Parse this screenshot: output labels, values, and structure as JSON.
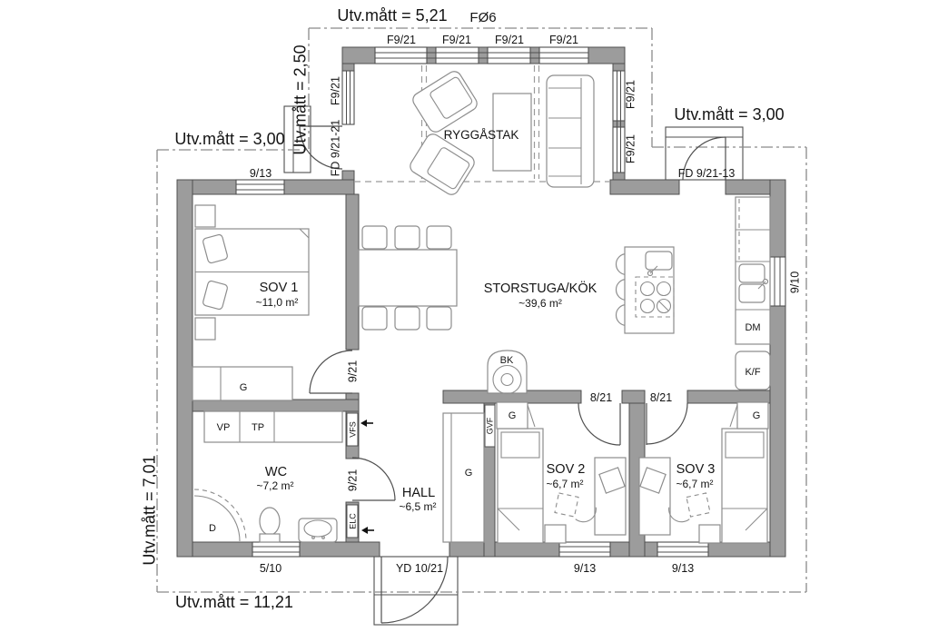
{
  "dims": {
    "top": "Utv.mått = 5,21",
    "roof": "FØ6",
    "ext_side": "Utv.mått = 2,50",
    "left_upper": "Utv.mått = 3,00",
    "right_upper": "Utv.mått = 3,00",
    "left_full": "Utv.mått = 7,01",
    "bottom_full": "Utv.mått = 11,21"
  },
  "rooms": {
    "sov1": {
      "name": "SOV 1",
      "area": "~11,0 m²"
    },
    "ryggastak": {
      "name": "RYGGÅSTAK"
    },
    "storstuga": {
      "name": "STORSTUGA/KÖK",
      "area": "~39,6 m²"
    },
    "wc": {
      "name": "WC",
      "area": "~7,2 m²"
    },
    "hall": {
      "name": "HALL",
      "area": "~6,5 m²"
    },
    "sov2": {
      "name": "SOV 2",
      "area": "~6,7 m²"
    },
    "sov3": {
      "name": "SOV 3",
      "area": "~6,7 m²"
    }
  },
  "openings": {
    "f921": "F9/21",
    "w913": "9/13",
    "w510": "5/10",
    "w910": "9/10",
    "fd_2121": "FD 9/21-21",
    "fd_2113": "FD 9/21-13",
    "yd": "YD 10/21",
    "d921": "9/21",
    "d821": "8/21"
  },
  "fixtures": {
    "g": "G",
    "vp": "VP",
    "tp": "TP",
    "dm": "DM",
    "kf": "K/F",
    "bk": "BK",
    "d": "D",
    "vfs": "VFS",
    "elc": "ELC",
    "gvf": "GVF"
  },
  "colors": {
    "wall": "#9c9c9c",
    "line": "#4f4f4f",
    "furniture": "#8d8d8d",
    "dashdot": "#8a8a8a",
    "text": "#141414"
  }
}
